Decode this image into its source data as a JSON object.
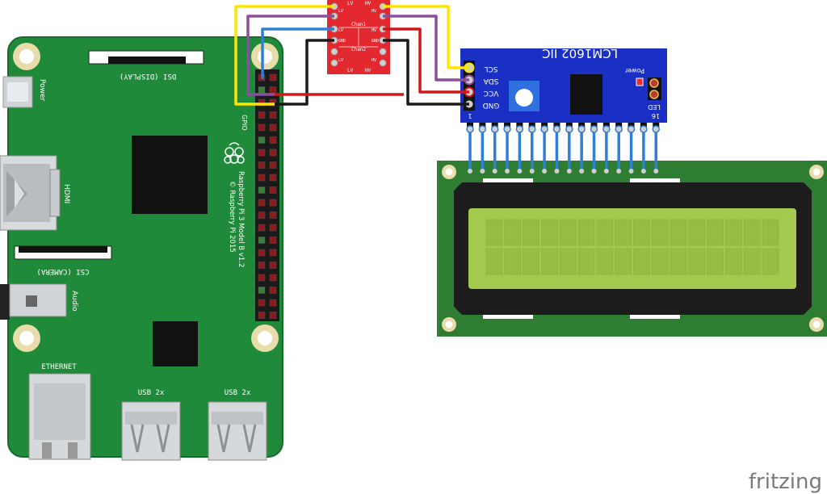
{
  "colors": {
    "pi_board": "#1f8a3a",
    "pi_board_edge": "#176b2c",
    "lcd_pcb": "#2e7d32",
    "lcd_screen": "#a3c94f",
    "i2c_module": "#1a2fc4",
    "level_shifter": "#e3282f",
    "wire_yellow": "#ffe600",
    "wire_purple": "#8b4f9e",
    "wire_blue": "#2f7fd6",
    "wire_black": "#1a1a1a",
    "wire_red": "#d01818"
  },
  "pi": {
    "power_label": "Power",
    "dsi_label": "DSI (DISPLAY)",
    "hdmi_label": "HDMI",
    "csi_label": "CSI (CAMERA)",
    "audio_label": "Audio",
    "ethernet_label": "ETHERNET",
    "usb1_label": "USB 2x",
    "usb2_label": "USB 2x",
    "gpio_label": "GPIO",
    "model_line1": "Raspberry Pi 3 Model B v1.2",
    "model_line2": "© Raspberry Pi 2015"
  },
  "level_shifter": {
    "chan1": "Chan1",
    "chan2": "Chan2",
    "left_pins": [
      "LV",
      "LV",
      "GND",
      "LV"
    ],
    "right_pins": [
      "HV",
      "HV",
      "GND",
      "HV"
    ],
    "top_left": "LV",
    "top_right": "HV",
    "bottom_left": "LV",
    "bottom_right": "HV"
  },
  "i2c": {
    "title": "LCM1602 IIC",
    "pins": [
      "SCL",
      "SDA",
      "VCC",
      "GND"
    ],
    "power_label": "Power",
    "led_label": "LED",
    "pin_first": "1",
    "pin_last": "16"
  },
  "watermark": "fritzing"
}
